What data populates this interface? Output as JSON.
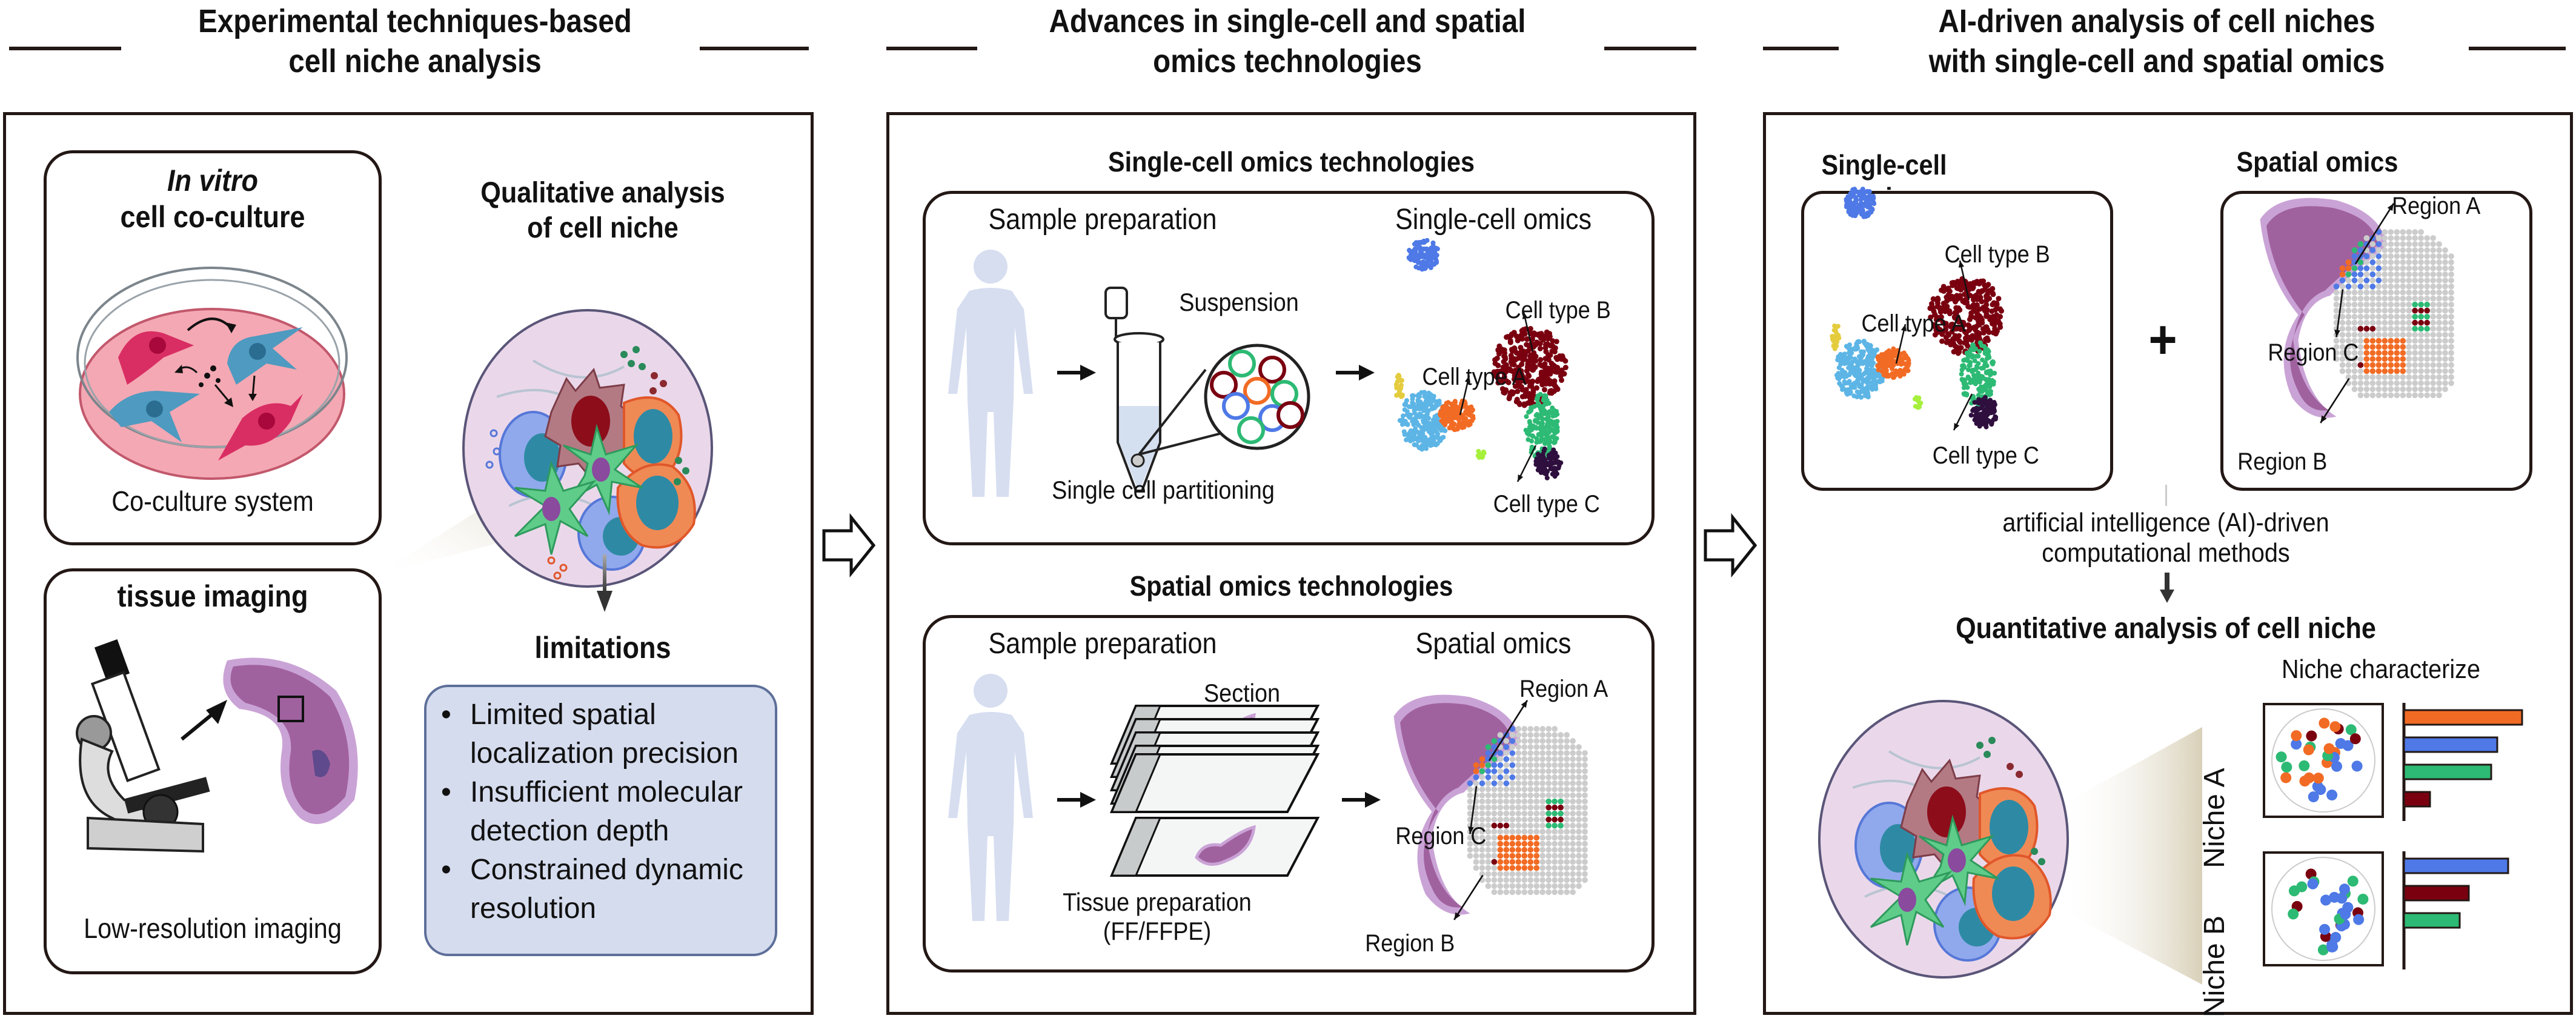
{
  "sections": [
    {
      "title_line1": "Experimental techniques-based",
      "title_line2": "cell niche analysis"
    },
    {
      "title_line1": "Advances in single-cell and spatial",
      "title_line2": "omics technologies"
    },
    {
      "title_line1": "AI-driven analysis of cell niches",
      "title_line2": "with single-cell and spatial omics"
    }
  ],
  "panel1": {
    "coculture": {
      "title_italic": "In vitro",
      "title": "cell co-culture",
      "caption": "Co-culture system"
    },
    "qualitative": {
      "title_line1": "Qualitative analysis",
      "title_line2": "of cell niche"
    },
    "imaging": {
      "title": "tissue imaging",
      "caption": "Low-resolution imaging"
    },
    "limitations": {
      "title": "limitations",
      "items": [
        {
          "line1": "Limited spatial",
          "line2": "localization precision"
        },
        {
          "line1": "Insufficient molecular",
          "line2": "detection depth"
        },
        {
          "line1": "Constrained dynamic",
          "line2": "resolution"
        }
      ]
    }
  },
  "panel2": {
    "singlecell": {
      "title": "Single-cell omics technologies",
      "left_header": "Sample preparation",
      "right_header": "Single-cell omics",
      "suspension": "Suspension",
      "partitioning": "Single cell partitioning",
      "cell_type_a": "Cell type A",
      "cell_type_b": "Cell type B",
      "cell_type_c": "Cell type C"
    },
    "spatial": {
      "title": "Spatial omics technologies",
      "left_header": "Sample preparation",
      "right_header": "Spatial omics",
      "section": "Section",
      "tissue_prep_line1": "Tissue preparation",
      "tissue_prep_line2": "(FF/FFPE)",
      "region_a": "Region A",
      "region_b": "Region B",
      "region_c": "Region C"
    }
  },
  "panel3": {
    "singlecell_title": "Single-cell omics",
    "spatial_title": "Spatial omics",
    "plus": "+",
    "cell_type_a": "Cell type A",
    "cell_type_b": "Cell type B",
    "cell_type_c": "Cell type C",
    "region_a": "Region A",
    "region_b": "Region B",
    "region_c": "Region C",
    "ai_line1": "artificial intelligence (AI)-driven",
    "ai_line2": "computational methods",
    "quant_title": "Quantitative analysis of cell niche",
    "niche_characterize": "Niche characterize",
    "niches": [
      {
        "label": "Niche A",
        "bars": [
          {
            "color": "#f26b24",
            "value": 1.0
          },
          {
            "color": "#4e79e6",
            "value": 0.79
          },
          {
            "color": "#2dba74",
            "value": 0.74
          },
          {
            "color": "#7a0010",
            "value": 0.22
          }
        ]
      },
      {
        "label": "Niche B",
        "bars": [
          {
            "color": "#4e79e6",
            "value": 0.88
          },
          {
            "color": "#7a0010",
            "value": 0.55
          },
          {
            "color": "#2dba74",
            "value": 0.47
          }
        ]
      }
    ]
  },
  "colors": {
    "orange": "#f26b24",
    "blue": "#4e79e6",
    "green": "#2dba74",
    "darkred": "#7a0010",
    "lightblue": "#5db5e6",
    "purple_tissue": "#a0629f",
    "limitation_box": "#d5dcee",
    "human_silhouette": "#d6def0"
  }
}
